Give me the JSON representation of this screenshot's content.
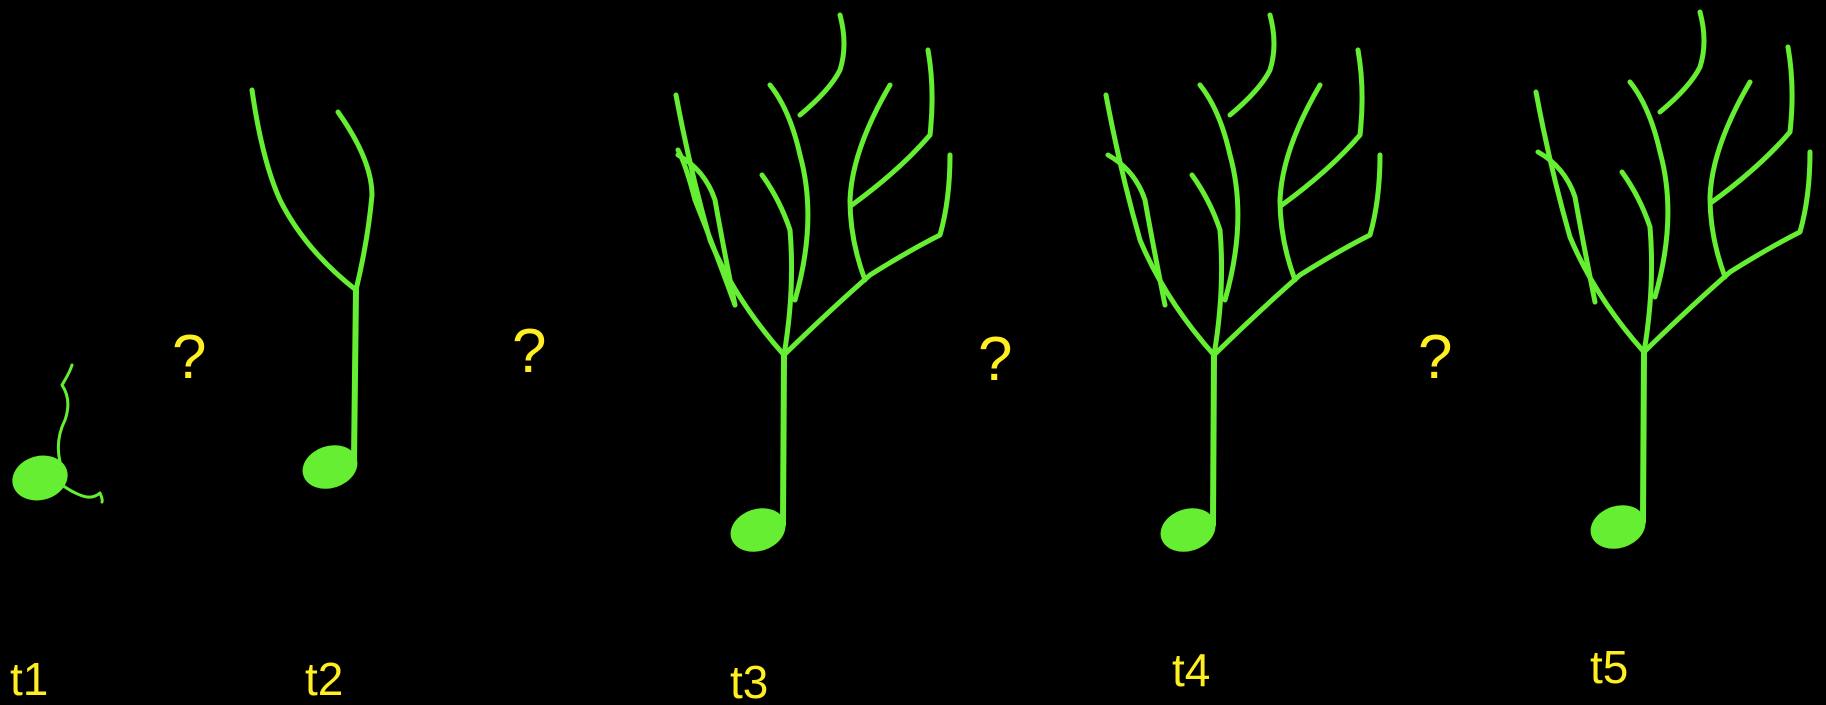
{
  "colors": {
    "background": "#000000",
    "plant": "#66ee33",
    "text": "#ffee22"
  },
  "stages": [
    {
      "label": "t1"
    },
    {
      "label": "t2"
    },
    {
      "label": "t3"
    },
    {
      "label": "t4"
    },
    {
      "label": "t5"
    }
  ],
  "transitions": [
    {
      "mark": "?"
    },
    {
      "mark": "?"
    },
    {
      "mark": "?"
    },
    {
      "mark": "?"
    }
  ]
}
